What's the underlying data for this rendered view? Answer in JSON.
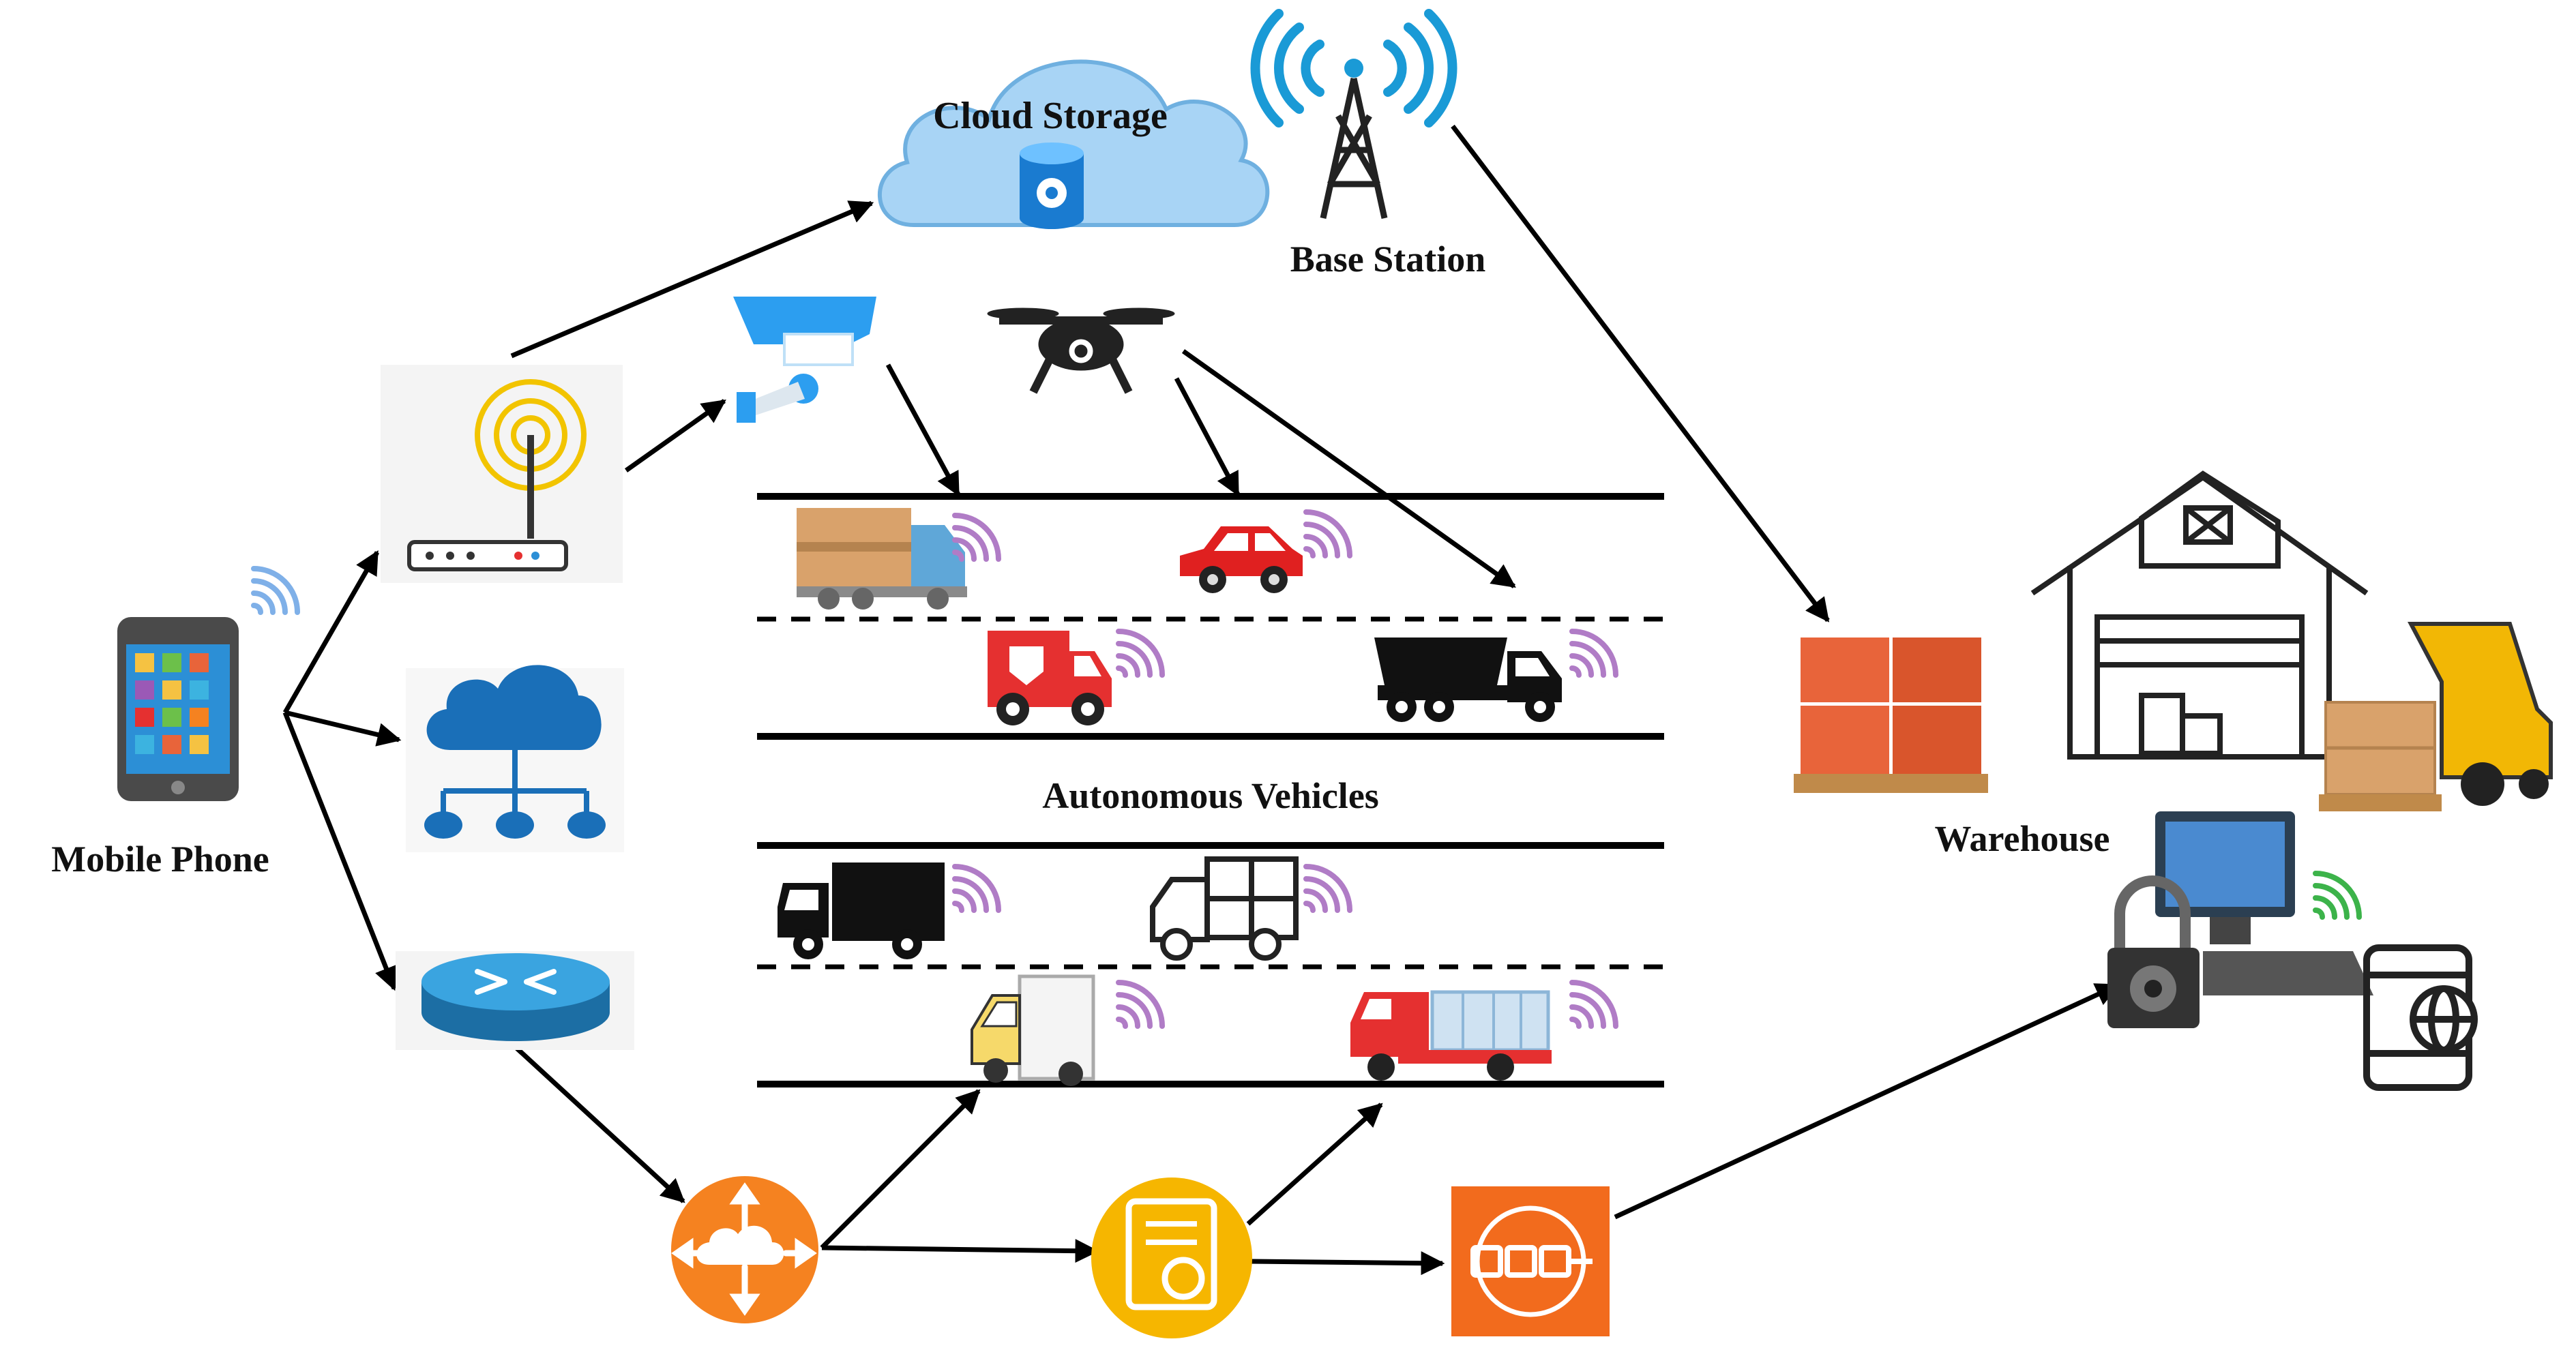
{
  "labels": {
    "cloud_storage": "Cloud Storage",
    "base_station": "Base Station",
    "mobile_phone": "Mobile Phone",
    "autonomous_vehicles": "Autonomous Vehicles",
    "warehouse": "Warehouse"
  },
  "icons": [
    "smartphone-icon",
    "wifi-signal-icon",
    "wifi-router-icon",
    "cloud-network-icon",
    "network-switch-icon",
    "cloud-storage-icon",
    "database-gear-icon",
    "cell-tower-icon",
    "security-camera-icon",
    "drone-icon",
    "box-truck-icon",
    "car-icon",
    "fire-truck-icon",
    "dump-truck-icon",
    "delivery-truck-icon",
    "cargo-truck-icon",
    "van-icon",
    "flatbed-truck-icon",
    "router-hub-icon",
    "certificate-icon",
    "blockchain-icon",
    "warehouse-icon",
    "pallet-boxes-icon",
    "forklift-icon",
    "secure-computer-icon",
    "mobile-globe-icon"
  ],
  "colors": {
    "cloud": "#a8d4f5",
    "signal_purple": "#b07cc6",
    "signal_blue": "#7fb0e8",
    "signal_green": "#3cb34a",
    "router_orange": "#f58220",
    "cert_yellow": "#f6b600",
    "chain_orange": "#f26b1d",
    "box_orange": "#e8643a",
    "car_red": "#e53030"
  }
}
